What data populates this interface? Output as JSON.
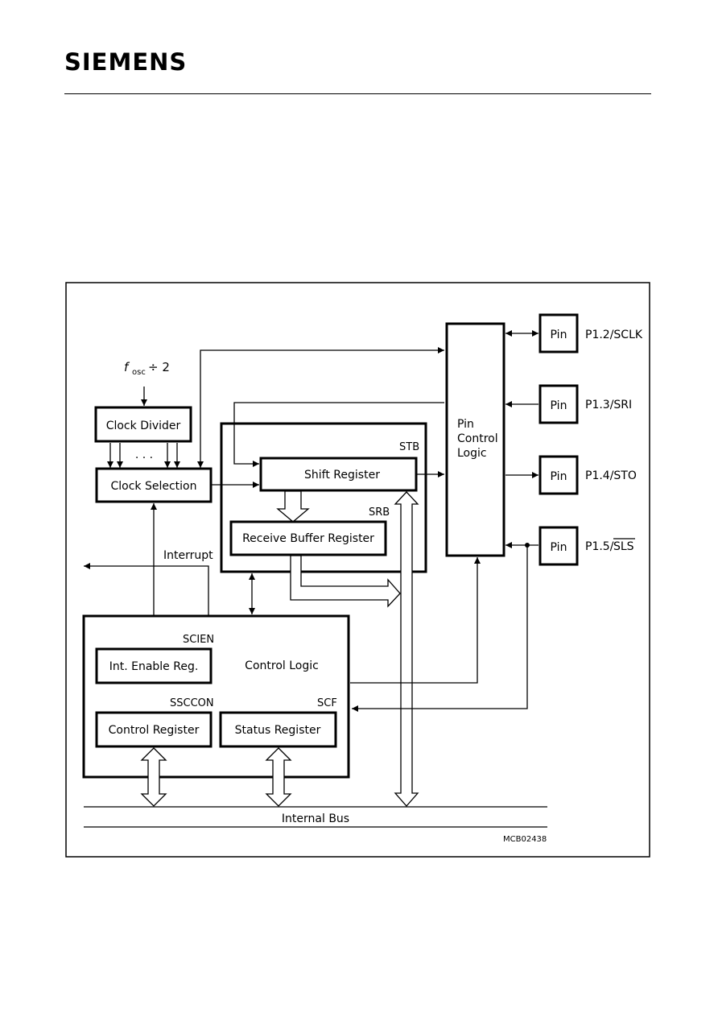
{
  "header": {
    "logo": "SIEMENS"
  },
  "diagram": {
    "clock_input": {
      "f": "f",
      "sub": "osc",
      "div": "÷ 2"
    },
    "clock_divider": "Clock Divider",
    "dots": ". . .",
    "clock_selection": "Clock Selection",
    "interrupt": "Interrupt",
    "stb": "STB",
    "srb": "SRB",
    "shift_register": "Shift Register",
    "receive_buffer_register": "Receive Buffer Register",
    "pin_control_logic": [
      "Pin",
      "Control",
      "Logic"
    ],
    "pins": [
      {
        "box": "Pin",
        "label": "P1.2/SCLK"
      },
      {
        "box": "Pin",
        "label": "P1.3/SRI"
      },
      {
        "box": "Pin",
        "label": "P1.4/STO"
      },
      {
        "box": "Pin",
        "label": "P1.5/",
        "overbar": "SLS"
      }
    ],
    "scien": "SCIEN",
    "int_enable_reg": "Int. Enable Reg.",
    "control_logic": "Control Logic",
    "ssccon": "SSCCON",
    "scf": "SCF",
    "control_register": "Control Register",
    "status_register": "Status Register",
    "internal_bus": "Internal Bus",
    "figure_id": "MCB02438"
  }
}
